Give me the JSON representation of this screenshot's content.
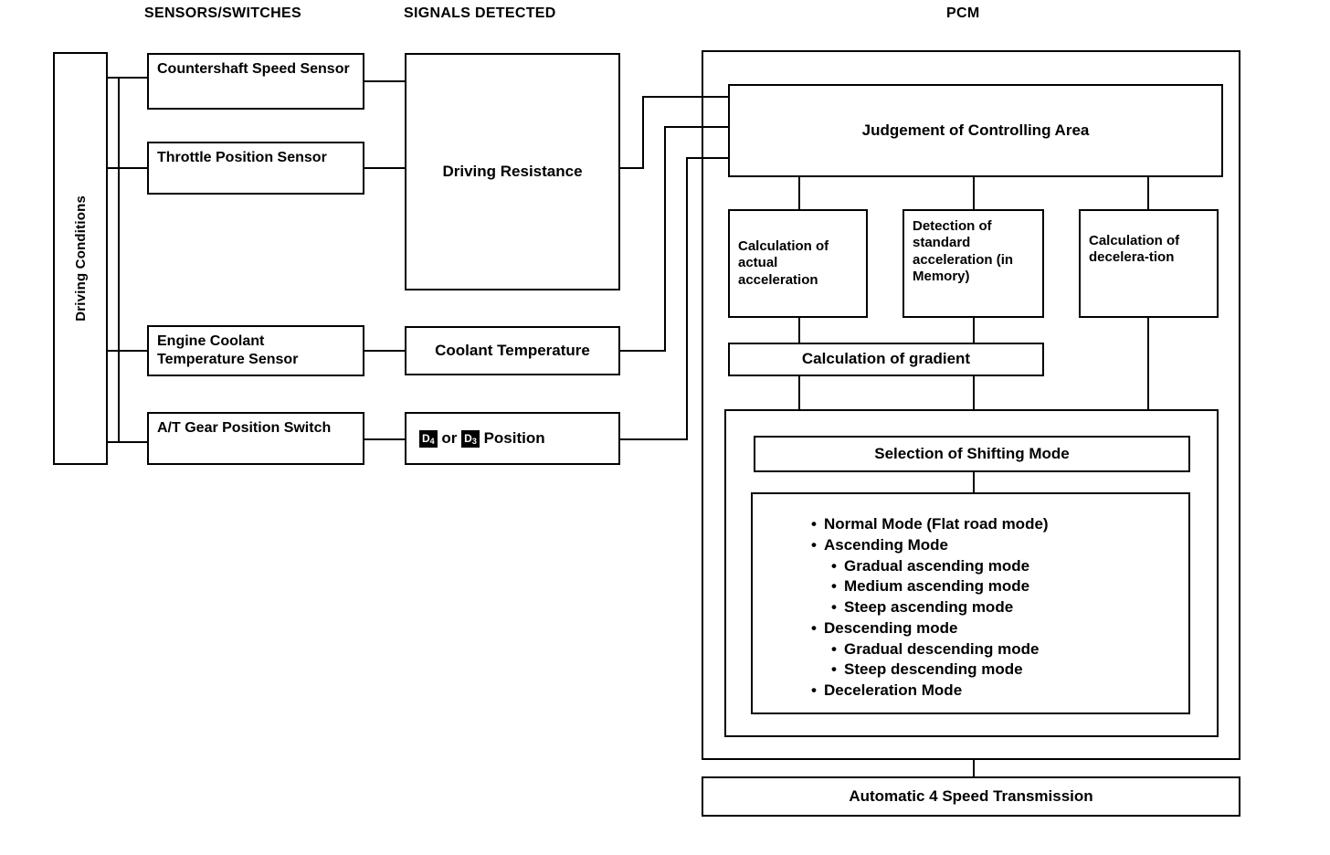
{
  "headers": {
    "sensors": "SENSORS/SWITCHES",
    "signals": "SIGNALS DETECTED",
    "pcm": "PCM"
  },
  "driving_conditions": {
    "label": "Driving Conditions"
  },
  "sensors": [
    {
      "id": "countershaft-speed-sensor",
      "label": "Countershaft Speed Sensor"
    },
    {
      "id": "throttle-position-sensor",
      "label": "Throttle Position Sensor"
    },
    {
      "id": "engine-coolant-temperature-sensor",
      "label": "Engine Coolant Temperature Sensor"
    },
    {
      "id": "at-gear-position-switch",
      "label": "A/T Gear Position Switch"
    }
  ],
  "signals": {
    "driving_resistance": "Driving Resistance",
    "coolant_temperature": "Coolant Temperature",
    "gear_position": {
      "gear_a": "D",
      "gear_a_sub": "4",
      "conjunction": "or",
      "gear_b": "D",
      "gear_b_sub": "3",
      "suffix": "Position"
    }
  },
  "pcm": {
    "judgement": "Judgement of Controlling Area",
    "calc_actual_acceleration": "Calculation of actual acceleration",
    "detection_standard_acceleration": "Detection of standard acceleration (in Memory)",
    "calc_deceleration": "Calculation of decelera-tion",
    "calc_gradient": "Calculation of gradient",
    "selection_of_shifting_mode": "Selection of Shifting Mode",
    "modes": [
      {
        "level": 1,
        "bullet": "•",
        "label": "Normal Mode (Flat road mode)"
      },
      {
        "level": 1,
        "bullet": "•",
        "label": "Ascending Mode"
      },
      {
        "level": 2,
        "bullet": "•",
        "label": "Gradual ascending mode"
      },
      {
        "level": 2,
        "bullet": "•",
        "label": "Medium ascending mode"
      },
      {
        "level": 2,
        "bullet": "•",
        "label": "Steep ascending mode"
      },
      {
        "level": 1,
        "bullet": "•",
        "label": "Descending mode"
      },
      {
        "level": 2,
        "bullet": "•",
        "label": "Gradual descending mode"
      },
      {
        "level": 2,
        "bullet": "•",
        "label": "Steep descending mode"
      },
      {
        "level": 1,
        "bullet": "•",
        "label": "Deceleration Mode"
      }
    ]
  },
  "output": {
    "transmission": "Automatic 4 Speed Transmission"
  },
  "colors": {
    "line": "#000000",
    "background": "#ffffff"
  }
}
